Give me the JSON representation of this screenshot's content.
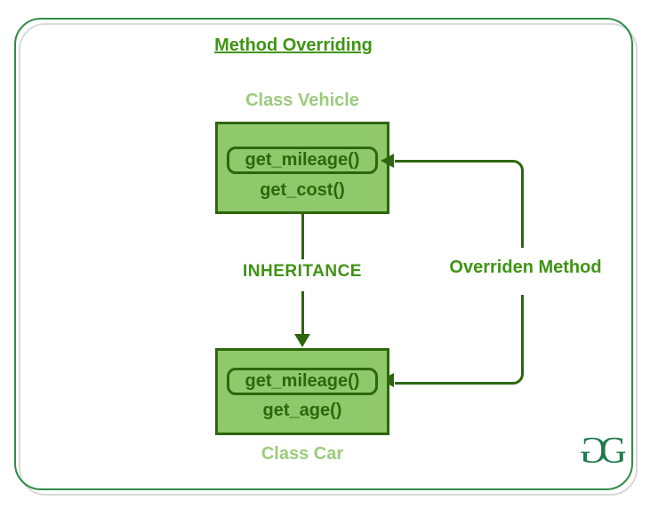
{
  "title": "Method Overriding",
  "diagram": {
    "vehicle_class": {
      "name": "Class Vehicle",
      "overridden_method": "get_mileage()",
      "other_method": "get_cost()"
    },
    "car_class": {
      "name": "Class Car",
      "overridden_method": "get_mileage()",
      "other_method": "get_age()"
    },
    "inheritance_label": "INHERITANCE",
    "override_label": "Overriden Method"
  },
  "logo": {
    "letter_mirrored": "G",
    "letter": "G"
  },
  "colors": {
    "frame_green": "#2F8D46",
    "frame_shadow_gray": "#D9D9D9",
    "box_fill_green": "#90C96B",
    "dark_green": "#2D660D",
    "label_green": "#3F9414",
    "class_label_light_green": "#9CCB7D",
    "logo_green": "#1F7A4C",
    "background": "#FFFFFF"
  }
}
